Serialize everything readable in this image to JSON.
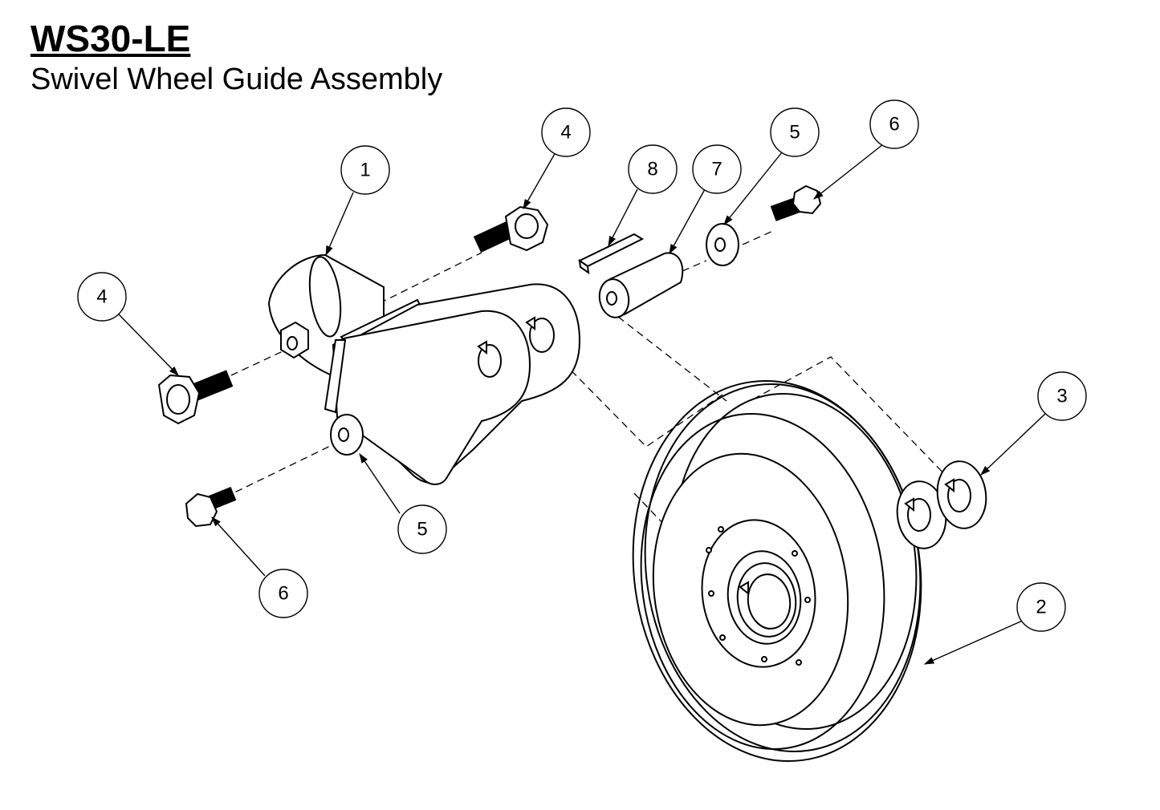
{
  "header": {
    "title": "WS30-LE",
    "subtitle": "Swivel Wheel Guide Assembly"
  },
  "balloons": {
    "b1": "1",
    "b2": "2",
    "b3": "3",
    "b4_left": "4",
    "b4_top": "4",
    "b5_top": "5",
    "b5_bottom": "5",
    "b6_top": "6",
    "b6_bottom": "6",
    "b7": "7",
    "b8": "8"
  }
}
